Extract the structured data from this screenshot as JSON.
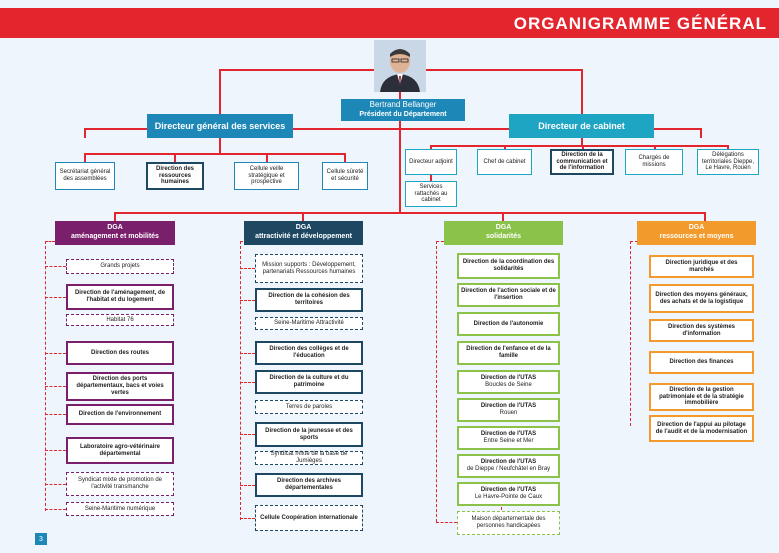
{
  "header": {
    "title": "ORGANIGRAMME GÉNÉRAL"
  },
  "president": {
    "name": "Bertrand Bellanger",
    "title": "Président du Département"
  },
  "dgs": {
    "label": "Directeur général des services",
    "units": [
      "Secrétariat général des assemblées",
      "Direction des ressources humaines",
      "Cellule veille stratégique et prospective",
      "Cellule sûreté et sécurité"
    ]
  },
  "cabinet": {
    "label": "Directeur de cabinet",
    "units": [
      "Directeur adjoint",
      "Chef de cabinet",
      "Direction de la communication et de l'information",
      "Chargés de missions",
      "Délégations territoriales Dieppe, Le Havre, Rouen"
    ],
    "sub_unit": "Services rattachés au cabinet"
  },
  "dga1": {
    "line1": "DGA",
    "line2": "aménagement et mobilités",
    "items": [
      "Grands projets",
      "Direction de l'aménagement, de l'habitat et du logement",
      "Habitat 76",
      "Direction des routes",
      "Direction des ports départementaux, bacs et voies vertes",
      "Direction de l'environnement",
      "Laboratoire agro-vétérinaire départemental",
      "Syndicat mixte de promotion de l'activité transmanche",
      "Seine-Maritime numérique"
    ]
  },
  "dga2": {
    "line1": "DGA",
    "line2": "attractivité et développement",
    "items": [
      "Mission supports : Développement, partenariats Ressources humaines",
      "Direction de la cohésion des territoires",
      "Seine-Maritime Attractivité",
      "Direction des collèges et de l'éducation",
      "Direction de la culture et du patrimoine",
      "Terres de paroles",
      "Direction de la jeunesse et des sports",
      "Syndicat mixte de la base de Jumièges",
      "Direction des archives départementales",
      "Cellule Coopération internationale"
    ]
  },
  "dga3": {
    "line1": "DGA",
    "line2": "solidarités",
    "items": [
      "Direction de la coordination des solidarités",
      "Direction de l'action sociale et de l'insertion",
      "Direction de l'autonomie",
      "Direction de l'enfance et de la famille",
      "Direction de l'UTAS",
      "Boucles de Seine",
      "Direction de l'UTAS",
      "Rouen",
      "Direction de l'UTAS",
      "Entre Seine et Mer",
      "Direction de l'UTAS",
      "de Dieppe / Neufchâtel en Bray",
      "Direction de l'UTAS",
      "Le Havre-Pointe de Caux",
      "Maison départementale des personnes handicapées"
    ]
  },
  "dga4": {
    "line1": "DGA",
    "line2": "ressources et moyens",
    "items": [
      "Direction juridique et des marchés",
      "Direction des moyens généraux, des achats et de la logistique",
      "Direction des systèmes d'information",
      "Direction des finances",
      "Direction de la gestion patrimoniale et de la stratégie immobilière",
      "Direction de l'appui au pilotage de l'audit et de la modernisation"
    ]
  },
  "page_number": "3",
  "colors": {
    "red": "#e3262e",
    "blue": "#1d88b8",
    "purple": "#7a1f6b",
    "navy": "#1e4862",
    "green": "#8bc34a",
    "orange": "#f39a2c",
    "teal": "#1fa5c4"
  }
}
